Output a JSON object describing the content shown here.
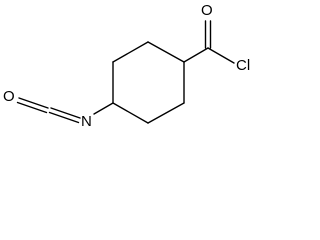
{
  "molecule": {
    "atoms": {
      "carbonyl_oxygen": "O",
      "chlorine": "Cl",
      "isocyanate_nitrogen": "N",
      "isocyanate_oxygen": "O"
    },
    "bond_color": "#000000",
    "label_color": "#000000"
  }
}
